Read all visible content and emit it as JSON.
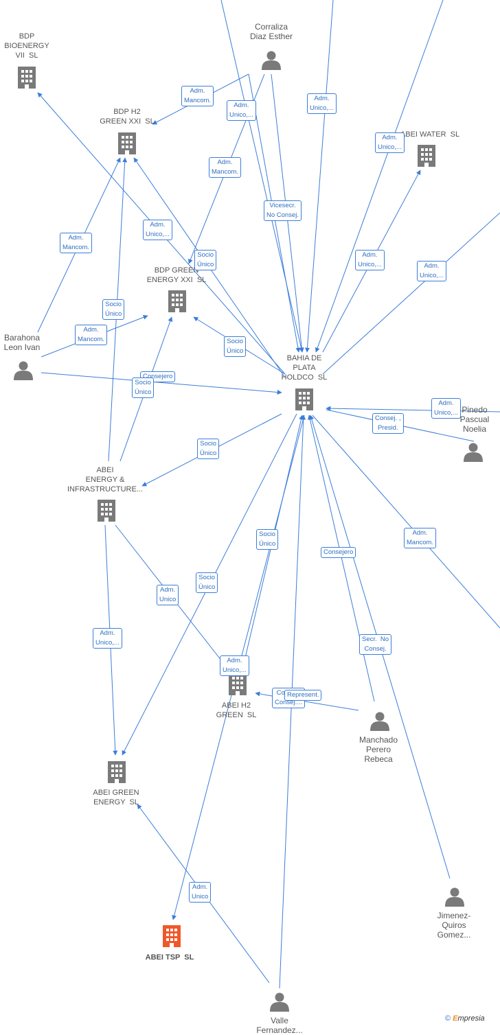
{
  "colors": {
    "edge": "#3b7dd8",
    "company": "#7a7a7a",
    "person": "#7a7a7a",
    "focus": "#f0582a",
    "label_text": "#2f6ebf"
  },
  "nodes": {
    "bdp_bioenergy": {
      "label": "BDP\nBIOENERGY\nVII  SL",
      "type": "company"
    },
    "corraliza": {
      "label": "Corraliza\nDiaz Esther",
      "type": "person"
    },
    "bdp_h2": {
      "label": "BDP H2\nGREEN XXI  SL",
      "type": "company"
    },
    "bdp_green_energy": {
      "label": "BDP GREEN\nENERGY XXI  SL",
      "type": "company"
    },
    "abei_water": {
      "label": "ABEI WATER  SL",
      "type": "company"
    },
    "barahona": {
      "label": "Barahona\nLeon Ivan",
      "type": "person"
    },
    "bahia": {
      "label": "BAHIA DE\nPLATA\nHOLDCO  SL",
      "type": "company"
    },
    "pinedo": {
      "label": "Pinedo\nPascual\nNoelia",
      "type": "person"
    },
    "abei_energy_infra": {
      "label": "ABEI\nENERGY &\nINFRASTRUCTURE...",
      "type": "company"
    },
    "abei_h2": {
      "label": "ABEI H2\nGREEN  SL",
      "type": "company"
    },
    "manchado": {
      "label": "Manchado\nPerero\nRebeca",
      "type": "person"
    },
    "abei_green_energy": {
      "label": "ABEI GREEN\nENERGY  SL",
      "type": "company"
    },
    "jimenez": {
      "label": "Jimenez-\nQuiros\nGomez...",
      "type": "person"
    },
    "abei_tsp": {
      "label": "ABEI TSP  SL",
      "type": "company",
      "focus": true
    },
    "valle": {
      "label": "Valle\nFernandez...",
      "type": "person"
    }
  },
  "edge_labels": [
    "Adm.\nMancom.",
    "Adm.\nUnico,...",
    "Adm.\nUnico,...",
    "Adm.\nUnico,...",
    "Adm.\nMancom.",
    "Vicesecr.\nNo Consej.",
    "Adm.\nUnico,...",
    "Adm.\nMancom.",
    "Socio\nÚnico",
    "Adm.\nUnico,...",
    "Adm.\nUnico,...",
    "Socio\nÚnico",
    "Adm.\nMancom.",
    "Socio\nÚnico",
    "Consejero",
    "Socio\nÚnico",
    "Adm.\nUnico,...",
    "Consej. ,\nPresid.",
    "Socio\nÚnico",
    "Socio\nÚnico",
    "Consejero",
    "Adm.\nMancom.",
    "Adm.\nUnico",
    "Socio\nÚnico",
    "Adm.\nUnico,...",
    "Secr.  No\nConsej.",
    "Adm.\nUnico,...",
    "Consej.,\nConsej....",
    "Represent.",
    "Adm.\nUnico"
  ],
  "copyright": {
    "symbol": "©",
    "brand_initial": "E",
    "brand_rest": "mpresia"
  }
}
